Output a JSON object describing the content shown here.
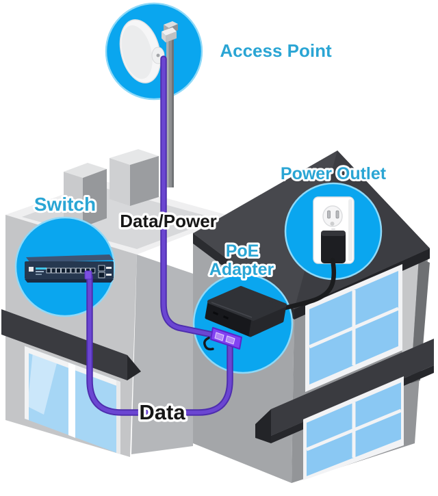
{
  "diagram": {
    "labels": {
      "access_point": "Access Point",
      "power_outlet": "Power Outlet",
      "switch": "Switch",
      "poe_line1": "PoE",
      "poe_line2": "Adapter",
      "data_power": "Data/Power",
      "data": "Data"
    },
    "nodes": [
      {
        "id": "access-point",
        "label": "Access Point",
        "icon": "dish-antenna-icon",
        "location": "rooftop-pole"
      },
      {
        "id": "switch",
        "label": "Switch",
        "icon": "rack-switch-icon",
        "location": "inside-left-building"
      },
      {
        "id": "poe-adapter",
        "label": "PoE Adapter",
        "icon": "poe-injector-icon",
        "location": "house-wall"
      },
      {
        "id": "power-outlet",
        "label": "Power Outlet",
        "icon": "outlet-plug-icon",
        "location": "house-roof-wall"
      }
    ],
    "connections": [
      {
        "from": "poe-adapter",
        "to": "access-point",
        "label": "Data/Power",
        "cable": "ethernet-poe"
      },
      {
        "from": "switch",
        "to": "poe-adapter",
        "label": "Data",
        "cable": "ethernet"
      },
      {
        "from": "power-outlet",
        "to": "poe-adapter",
        "label": "",
        "cable": "power-cord"
      }
    ],
    "colors": {
      "circle_blue": "#0AA6EF",
      "circle_ring": "#8FD9F8",
      "label_blue": "#2AA5D4",
      "label_dark": "#161616",
      "cable_purple": "#6B46D2",
      "cable_purple_outline": "#4E2EAE",
      "cable_black": "#1B1C1E",
      "roof_dark": "#47484D",
      "window_blue": "#8AC8F3"
    }
  }
}
